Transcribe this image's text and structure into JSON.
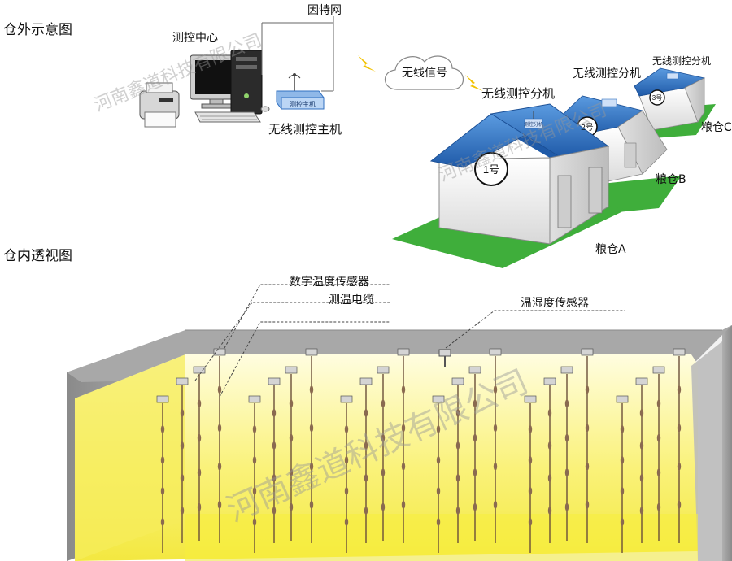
{
  "sections": {
    "outside_title": "仓外示意图",
    "inside_title": "仓内透视图"
  },
  "outside": {
    "internet": "因特网",
    "control_center": "测控中心",
    "wireless_signal": "无线信号",
    "host_label": "无线测控主机",
    "host_box_text": "测控主机",
    "branch_labels": [
      "无线测控分机",
      "无线测控分机",
      "无线测控分机"
    ],
    "branch_box_text": "测控分机",
    "barns": [
      {
        "number": "1号",
        "name": "粮仓A"
      },
      {
        "number": "2号",
        "name": "粮仓B"
      },
      {
        "number": "3号",
        "name": "粮仓C"
      }
    ]
  },
  "inside": {
    "callouts": [
      "数字温度传感器",
      "测温电缆",
      "温湿度传感器"
    ]
  },
  "watermark": "河南鑫道科技有限公司",
  "colors": {
    "roof": "#2f6fc0",
    "grass": "#3fae3b",
    "wall": "#eeeeee",
    "grain": "#f7f06a",
    "lightning": "#f2c200"
  }
}
